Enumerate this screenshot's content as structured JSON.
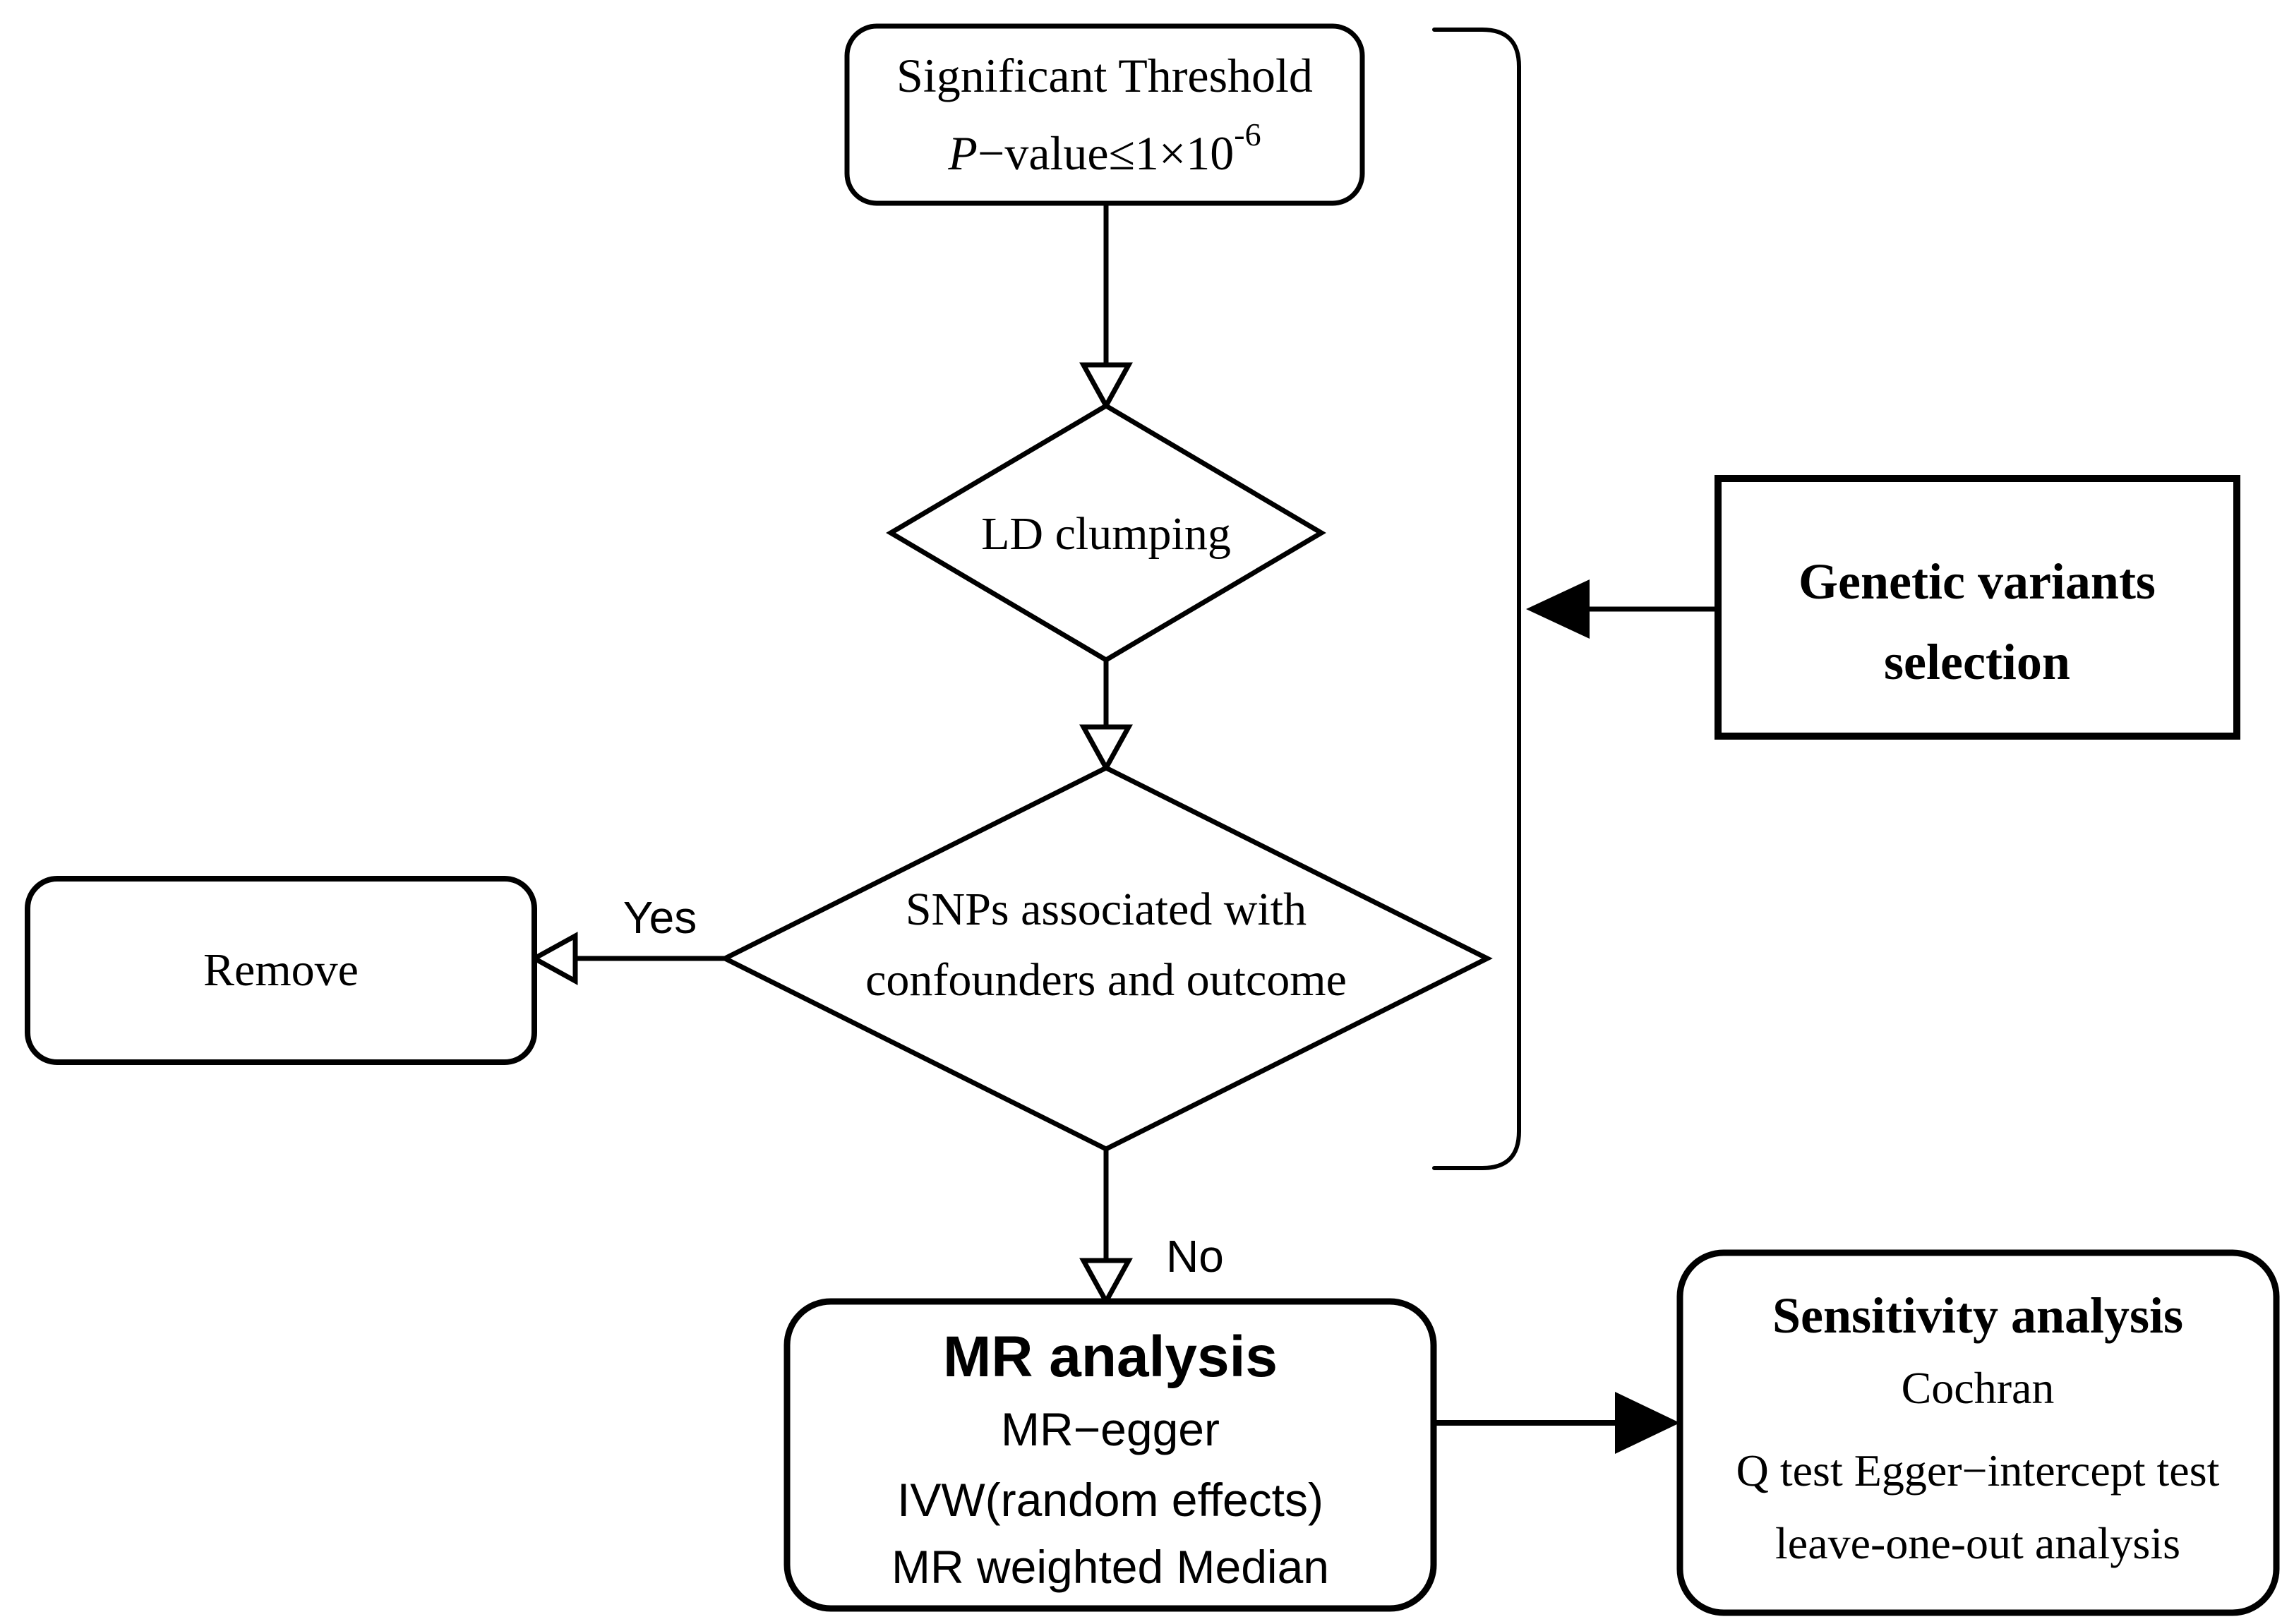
{
  "colors": {
    "stroke": "#000000",
    "background": "#ffffff"
  },
  "nodes": {
    "significant_threshold": {
      "line1": "Significant Threshold",
      "p_italic": "P",
      "p_rest": "−value≤1×10",
      "p_sup": "-6"
    },
    "ld_clumping": {
      "label": "LD clumping"
    },
    "snps_decision": {
      "line1": "SNPs associated with",
      "line2": "confounders and outcome"
    },
    "remove": {
      "label": "Remove"
    },
    "genetic_variants": {
      "line1": "Genetic variants",
      "line2": "selection"
    },
    "mr_analysis": {
      "title": "MR analysis",
      "method1": "MR−egger",
      "method2": "IVW(random effects)",
      "method3": "MR weighted Median"
    },
    "sensitivity_analysis": {
      "title": "Sensitivity analysis",
      "line1": "Cochran",
      "line2": "Q test Egger−intercept test",
      "line3": "leave-one-out analysis"
    }
  },
  "edges": {
    "yes_label": "Yes",
    "no_label": "No"
  }
}
